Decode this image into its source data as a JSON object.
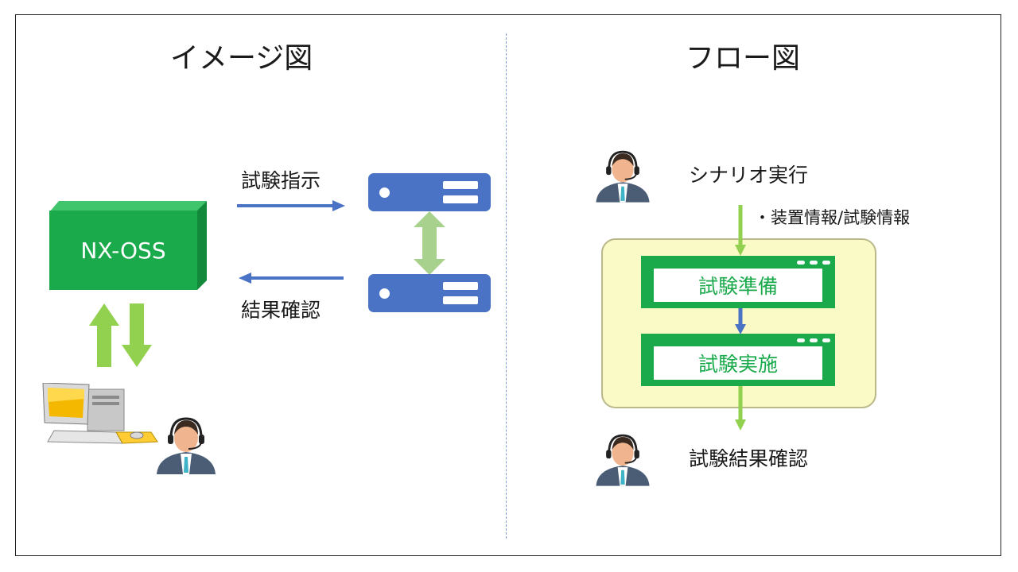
{
  "left_panel": {
    "title": "イメージ図",
    "box_label": "NX-OSS",
    "arrow_top_label": "試験指示",
    "arrow_bottom_label": "結果確認"
  },
  "right_panel": {
    "title": "フロー図",
    "start_label": "シナリオ実行",
    "input_note": "・装置情報/試験情報",
    "step1_label": "試験準備",
    "step2_label": "試験実施",
    "end_label": "試験結果確認"
  },
  "colors": {
    "green": "#1aaa4b",
    "blue_server": "#4a73c5",
    "light_green_arrow": "#92d050",
    "panel_yellow": "#fafac6"
  },
  "icons": [
    "operator-icon",
    "computer-icon",
    "server-icon"
  ]
}
